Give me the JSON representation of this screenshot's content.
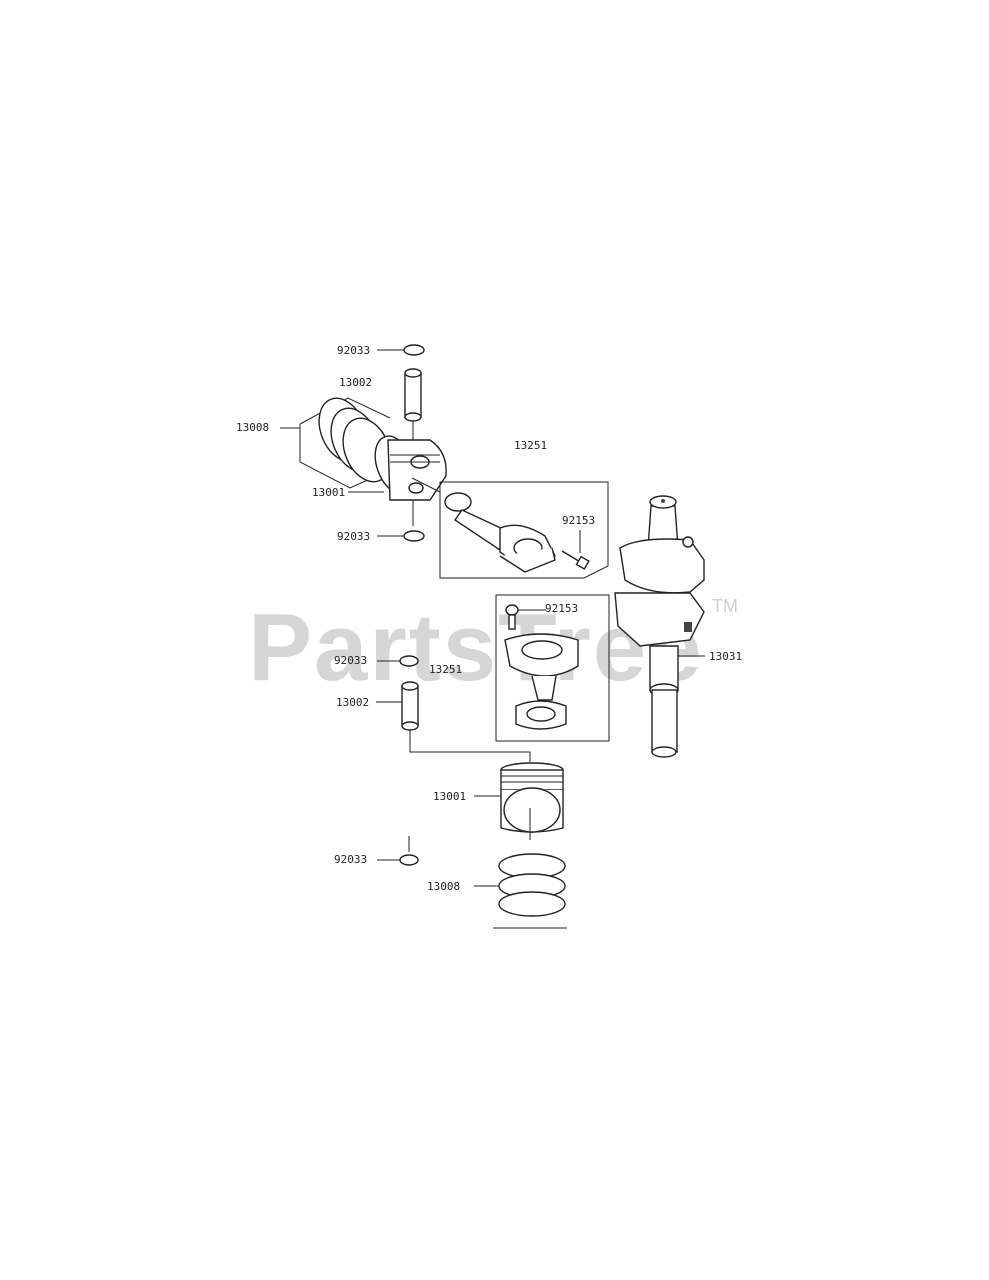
{
  "watermark": {
    "brand": "PartsTree",
    "trademark": "TM"
  },
  "callouts": [
    {
      "id": "c1",
      "text": "92033"
    },
    {
      "id": "c2",
      "text": "13002"
    },
    {
      "id": "c3",
      "text": "13008"
    },
    {
      "id": "c4",
      "text": "13001"
    },
    {
      "id": "c5",
      "text": "92033"
    },
    {
      "id": "c6",
      "text": "13251"
    },
    {
      "id": "c7",
      "text": "92153"
    },
    {
      "id": "c8",
      "text": "92153"
    },
    {
      "id": "c9",
      "text": "92033"
    },
    {
      "id": "c10",
      "text": "13251"
    },
    {
      "id": "c11",
      "text": "13002"
    },
    {
      "id": "c12",
      "text": "13031"
    },
    {
      "id": "c13",
      "text": "13001"
    },
    {
      "id": "c14",
      "text": "92033"
    },
    {
      "id": "c15",
      "text": "13008"
    }
  ]
}
